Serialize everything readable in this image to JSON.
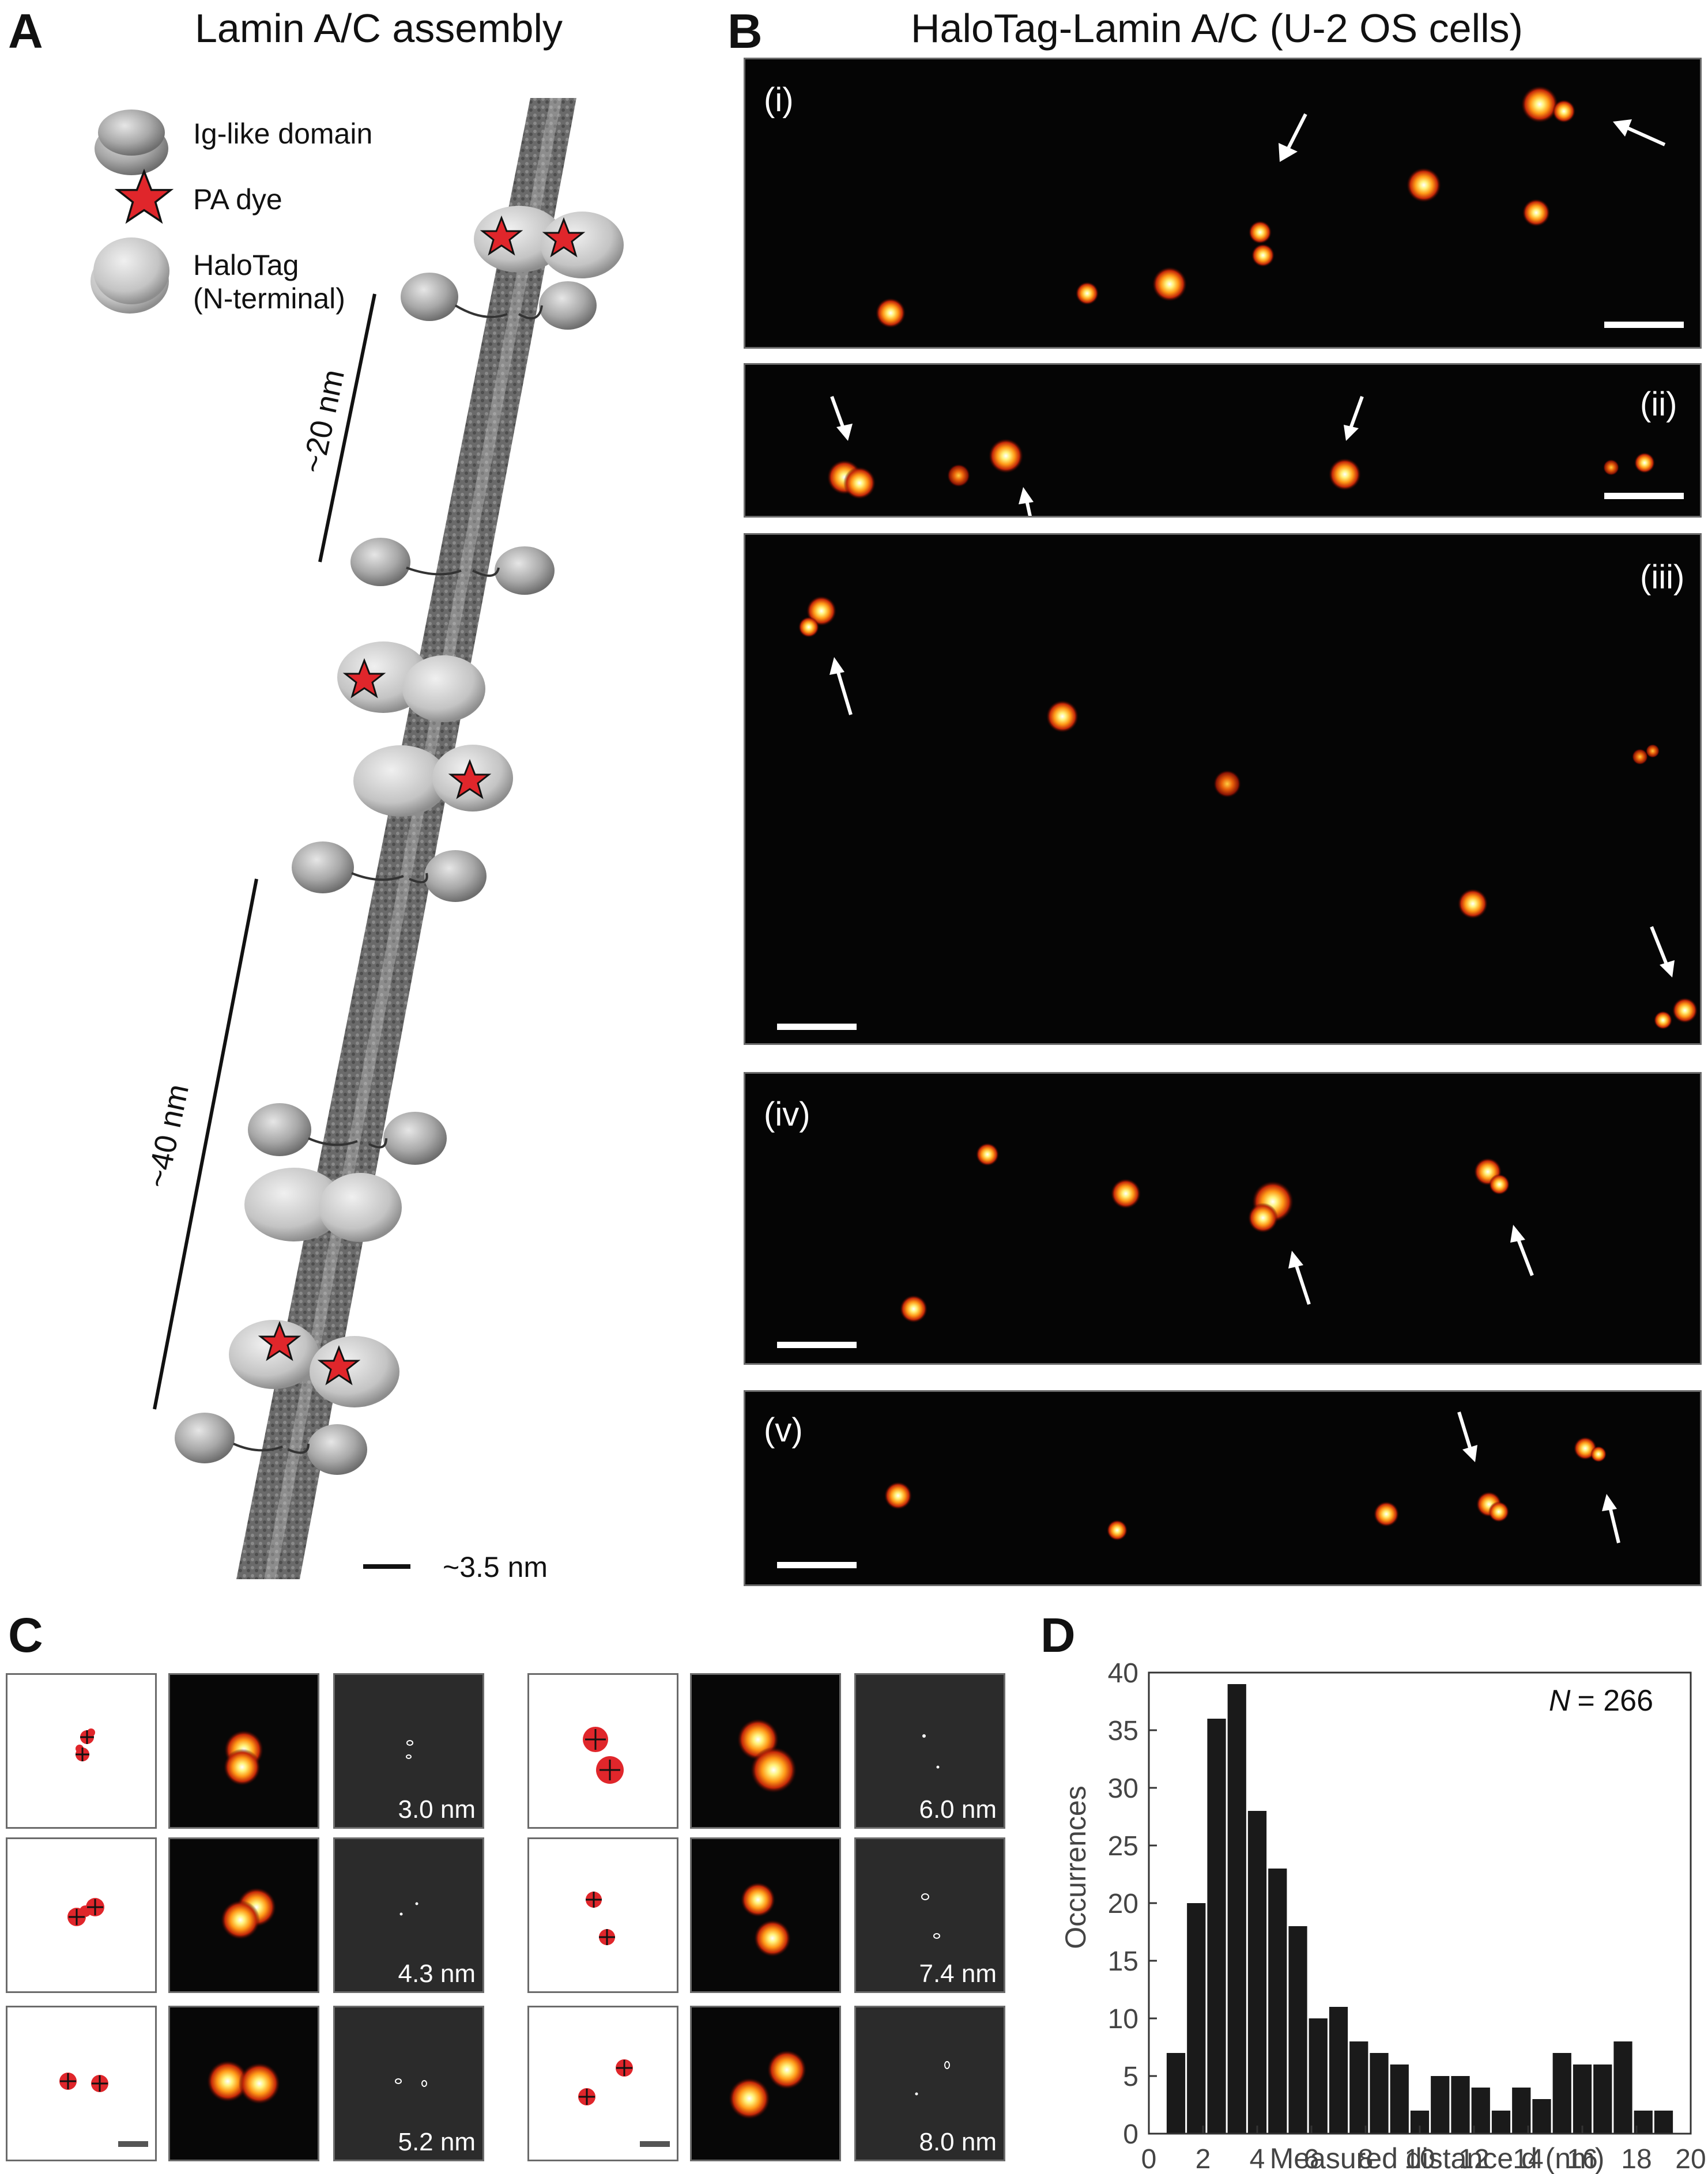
{
  "panel_a": {
    "label": "A",
    "title": "Lamin A/C assembly",
    "legend": [
      {
        "text": "Ig-like domain",
        "icon": "ig-like-domain-icon"
      },
      {
        "text": "PA dye",
        "icon": "star-icon"
      },
      {
        "text": "HaloTag\n(N-terminal)",
        "icon": "halotag-icon"
      }
    ],
    "measure_20": "~20 nm",
    "measure_40": "~40 nm",
    "scale": "~3.5 nm",
    "colors": {
      "filament": "#5f5f5f",
      "dye": "#e0262b",
      "halotag": "#c9c9c9"
    }
  },
  "panel_b": {
    "label": "B",
    "title": "HaloTag-Lamin A/C  (U-2 OS cells)",
    "subpanels": [
      "(i)",
      "(ii)",
      "(iii)",
      "(iv)",
      "(v)"
    ]
  },
  "panel_c": {
    "label": "C",
    "distances_left": [
      "3.0 nm",
      "4.3 nm",
      "5.2 nm"
    ],
    "distances_right": [
      "6.0 nm",
      "7.4 nm",
      "8.0 nm"
    ]
  },
  "panel_d": {
    "label": "D",
    "n_label": "N = 266",
    "n_symbol": "N",
    "n_value": "= 266"
  },
  "chart_data": {
    "type": "bar",
    "xlabel": "Measured distance d  (nm)",
    "ylabel": "Occurrences",
    "xlim": [
      0,
      20
    ],
    "ylim": [
      0,
      40
    ],
    "bin_width": 0.75,
    "xticks": [
      0,
      2,
      4,
      6,
      8,
      10,
      12,
      14,
      16,
      18,
      20
    ],
    "yticks": [
      0,
      5,
      10,
      15,
      20,
      25,
      30,
      35,
      40
    ],
    "bins": [
      {
        "x": 1.0,
        "value": 7
      },
      {
        "x": 1.75,
        "value": 20
      },
      {
        "x": 2.5,
        "value": 36
      },
      {
        "x": 3.25,
        "value": 39
      },
      {
        "x": 4.0,
        "value": 28
      },
      {
        "x": 4.75,
        "value": 23
      },
      {
        "x": 5.5,
        "value": 18
      },
      {
        "x": 6.25,
        "value": 10
      },
      {
        "x": 7.0,
        "value": 11
      },
      {
        "x": 7.75,
        "value": 8
      },
      {
        "x": 8.5,
        "value": 7
      },
      {
        "x": 9.25,
        "value": 6
      },
      {
        "x": 10.0,
        "value": 2
      },
      {
        "x": 10.75,
        "value": 5
      },
      {
        "x": 11.5,
        "value": 5
      },
      {
        "x": 12.25,
        "value": 4
      },
      {
        "x": 13.0,
        "value": 2
      },
      {
        "x": 13.75,
        "value": 4
      },
      {
        "x": 14.5,
        "value": 3
      },
      {
        "x": 15.25,
        "value": 7
      },
      {
        "x": 16.0,
        "value": 6
      },
      {
        "x": 16.75,
        "value": 6
      },
      {
        "x": 17.5,
        "value": 8
      },
      {
        "x": 18.25,
        "value": 2
      },
      {
        "x": 19.0,
        "value": 2
      }
    ],
    "bar_color": "#1a1a1a",
    "grid": false
  }
}
